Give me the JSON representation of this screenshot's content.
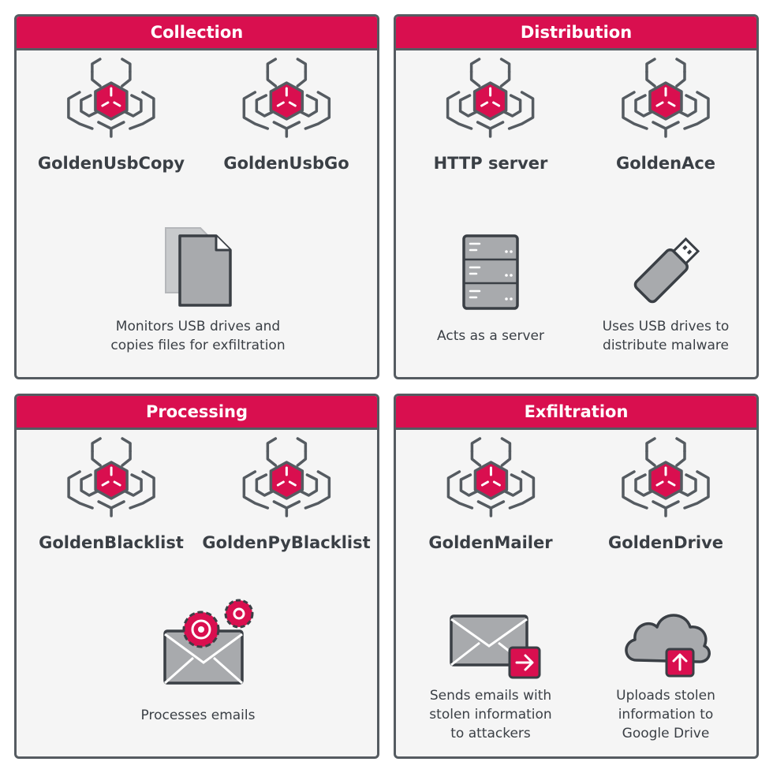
{
  "colors": {
    "accent": "#d90f4f",
    "outline": "#555b61",
    "panel_bg": "#f5f5f5",
    "icon_fill": "#a8aaad"
  },
  "icons": {
    "tool": "biohazard-icon",
    "files": "documents-icon",
    "server": "server-icon",
    "usb": "usb-drive-icon",
    "email_processing": "envelope-gears-icon",
    "email_send": "envelope-arrow-icon",
    "cloud": "cloud-upload-icon"
  },
  "panels": {
    "collection": {
      "title": "Collection",
      "tools": [
        "GoldenUsbCopy",
        "GoldenUsbGo"
      ],
      "descriptions": [
        [
          "Monitors USB drives and",
          "copies files for exfiltration"
        ]
      ]
    },
    "distribution": {
      "title": "Distribution",
      "tools": [
        "HTTP server",
        "GoldenAce"
      ],
      "descriptions": [
        [
          "Acts as a server"
        ],
        [
          "Uses USB drives to",
          "distribute malware"
        ]
      ]
    },
    "processing": {
      "title": "Processing",
      "tools": [
        "GoldenBlacklist",
        "GoldenPyBlacklist"
      ],
      "descriptions": [
        [
          "Processes emails"
        ]
      ]
    },
    "exfiltration": {
      "title": "Exfiltration",
      "tools": [
        "GoldenMailer",
        "GoldenDrive"
      ],
      "descriptions": [
        [
          "Sends emails with",
          "stolen information",
          "to attackers"
        ],
        [
          "Uploads stolen",
          "information to",
          "Google Drive"
        ]
      ]
    }
  }
}
